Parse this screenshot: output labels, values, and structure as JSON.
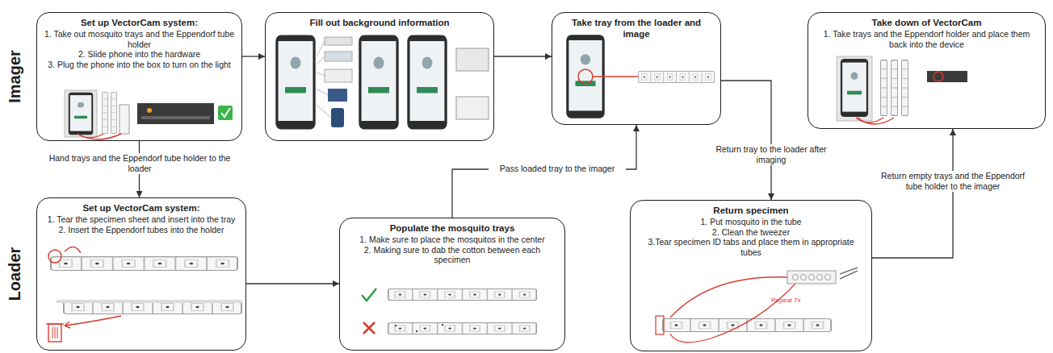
{
  "diagram": {
    "nodes": [
      {
        "text": [
          "Set up VectorCam system:",
          "1. Take out mosquito trays and the Eppendorf tube holder",
          "2. Slide phone into the hardware",
          "3. Plug the phone into the box to turn on the light"
        ]
      },
      {
        "text": [
          "Fill out background information"
        ]
      },
      {
        "text": [
          "Take tray from the loader and image"
        ]
      },
      {
        "text": [
          "Take down of VectorCam",
          "1. Take trays and the Eppendorf holder and place them back into the device"
        ]
      },
      {
        "text": [
          "Set up VectorCam system:",
          "1. Tear the specimen sheet and insert into the tray",
          "2. Insert the Eppendorf tubes into the holder"
        ]
      },
      {
        "text": [
          "Populate the mosquito trays",
          "1. Make sure to place the mosquitos in the center",
          "2. Making sure to dab the cotton between each specimen"
        ]
      },
      {
        "text": [
          "Return specimen",
          "1. Put mosquito in the tube",
          "2. Clean the tweezer",
          "3.Tear specimen ID tabs and place them in appropriate tubes"
        ]
      }
    ],
    "edges": [
      {
        "from": 0,
        "to": 1,
        "arrow": "to"
      },
      {
        "from": 0,
        "to": 4,
        "label": "Hand trays and the Eppendorf tube holder to the loader",
        "arrow": "to"
      },
      {
        "from": 4,
        "to": 5,
        "arrow": "to"
      },
      {
        "from": 5,
        "to": 2,
        "label": "Pass loaded tray to the imager",
        "arrow": "to"
      },
      {
        "from": 1,
        "to": 2,
        "arrow": "to"
      },
      {
        "from": 2,
        "to": 6,
        "label": "Return tray to the loader after imaging",
        "arrow": "to"
      },
      {
        "from": 6,
        "to": 3,
        "label": "Return empty trays and the Eppendorf tube holder to the imager",
        "arrow": "to"
      }
    ],
    "labels": [
      "Imager",
      "Loader",
      "Repeat 7x"
    ]
  }
}
